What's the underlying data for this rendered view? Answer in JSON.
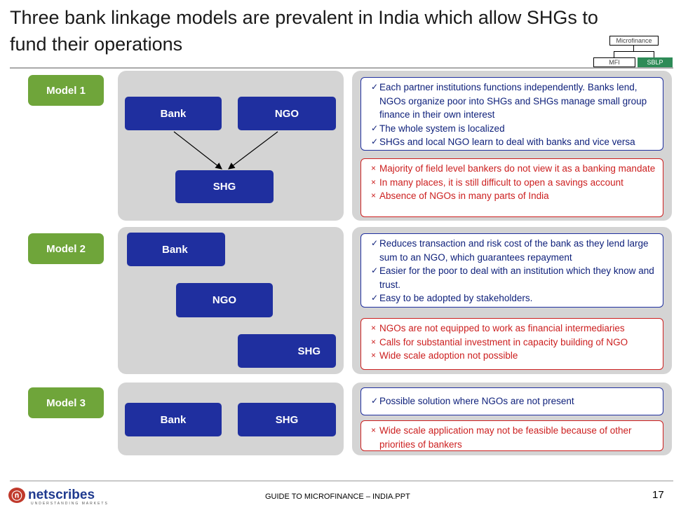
{
  "title": "Three bank linkage models are prevalent in India which allow SHGs to fund their operations",
  "nav_tree": {
    "root": "Microfinance",
    "left": "MFI",
    "right": "SBLP"
  },
  "models": [
    {
      "label": "Model 1",
      "nodes": [
        "Bank",
        "NGO",
        "SHG"
      ],
      "pros": [
        "Each partner institutions functions independently. Banks lend, NGOs organize poor into SHGs and SHGs manage small group finance in their own interest",
        "The whole system is localized",
        "SHGs and local NGO learn to deal with banks and vice versa"
      ],
      "cons": [
        "Majority of field level bankers do not view it as a banking mandate",
        "In many places, it is still difficult to open a savings account",
        "Absence of NGOs in many parts of India"
      ]
    },
    {
      "label": "Model 2",
      "nodes": [
        "Bank",
        "NGO",
        "SHG"
      ],
      "pros": [
        "Reduces transaction and risk cost of the bank as they lend large sum to an NGO, which guarantees repayment",
        "Easier for the poor to deal with an institution which they know and trust.",
        "Easy to be adopted by stakeholders."
      ],
      "cons": [
        "NGOs are not equipped to work as financial intermediaries",
        "Calls for substantial investment in capacity building of NGO",
        "Wide scale adoption not possible"
      ]
    },
    {
      "label": "Model 3",
      "nodes": [
        "Bank",
        "SHG"
      ],
      "pros": [
        "Possible solution where NGOs are not present"
      ],
      "cons": [
        "Wide scale application may not be feasible because of other priorities of bankers"
      ]
    }
  ],
  "footer": {
    "logo": "netscribes",
    "logo_tagline": "UNDERSTANDING MARKETS",
    "doc_title": "GUIDE TO MICROFINANCE – INDIA.PPT",
    "page": "17"
  },
  "marks": {
    "pro": "✓",
    "con": "×"
  },
  "colors": {
    "model_label": "#6fa53a",
    "node": "#1f2f9f",
    "panel": "#d4d4d4",
    "pro_border": "#1f2f9f",
    "con_border": "#cc1f1f",
    "sblp_highlight": "#2e8b57"
  }
}
